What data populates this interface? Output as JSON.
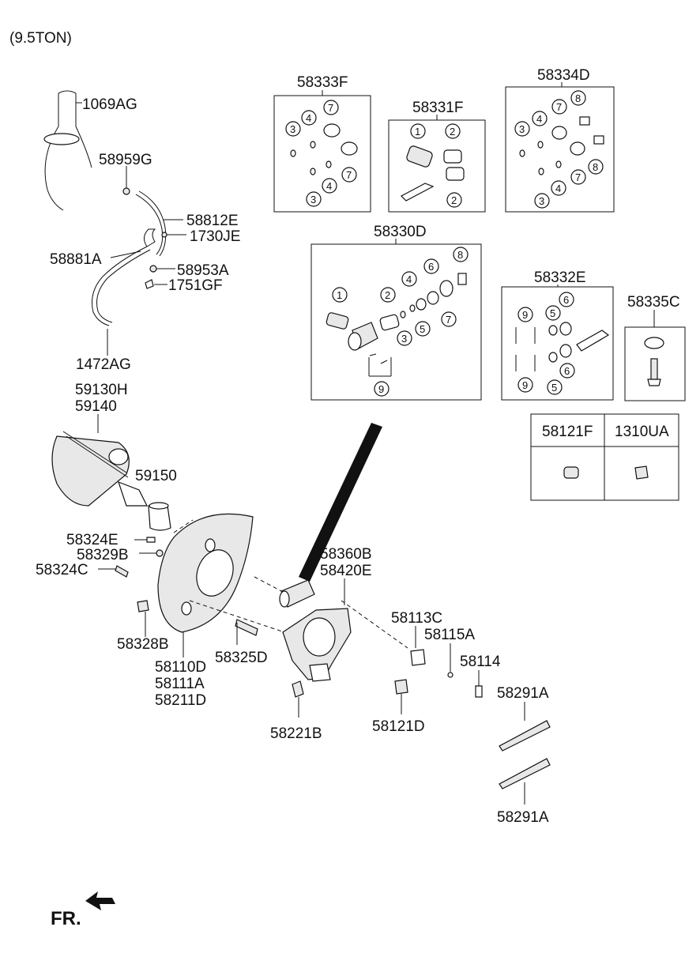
{
  "header": {
    "variant": "(9.5TON)"
  },
  "labels": {
    "p1069AG": "1069AG",
    "p58959G": "58959G",
    "p58812E": "58812E",
    "p1730JE": "1730JE",
    "p58881A": "58881A",
    "p58953A": "58953A",
    "p1751GF": "1751GF",
    "p1472AG": "1472AG",
    "p59130H": "59130H",
    "p59140": "59140",
    "p59150": "59150",
    "p58324E": "58324E",
    "p58329B": "58329B",
    "p58324C": "58324C",
    "p58328B": "58328B",
    "p58110D": "58110D",
    "p58111A": "58111A",
    "p58211D": "58211D",
    "p58325D": "58325D",
    "p58360B": "58360B",
    "p58420E": "58420E",
    "p58221B": "58221B",
    "p58113C": "58113C",
    "p58115A": "58115A",
    "p58114": "58114",
    "p58121D": "58121D",
    "p58291A_top": "58291A",
    "p58291A_bottom": "58291A",
    "p58333F": "58333F",
    "p58331F": "58331F",
    "p58334D": "58334D",
    "p58330D": "58330D",
    "p58332E": "58332E",
    "p58335C": "58335C"
  },
  "kit_table": {
    "col1": "58121F",
    "col2": "1310UA"
  },
  "callouts": {
    "n1": "1",
    "n2": "2",
    "n3": "3",
    "n4": "4",
    "n5": "5",
    "n6": "6",
    "n7": "7",
    "n8": "8",
    "n9": "9"
  },
  "footer": {
    "direction": "FR."
  }
}
